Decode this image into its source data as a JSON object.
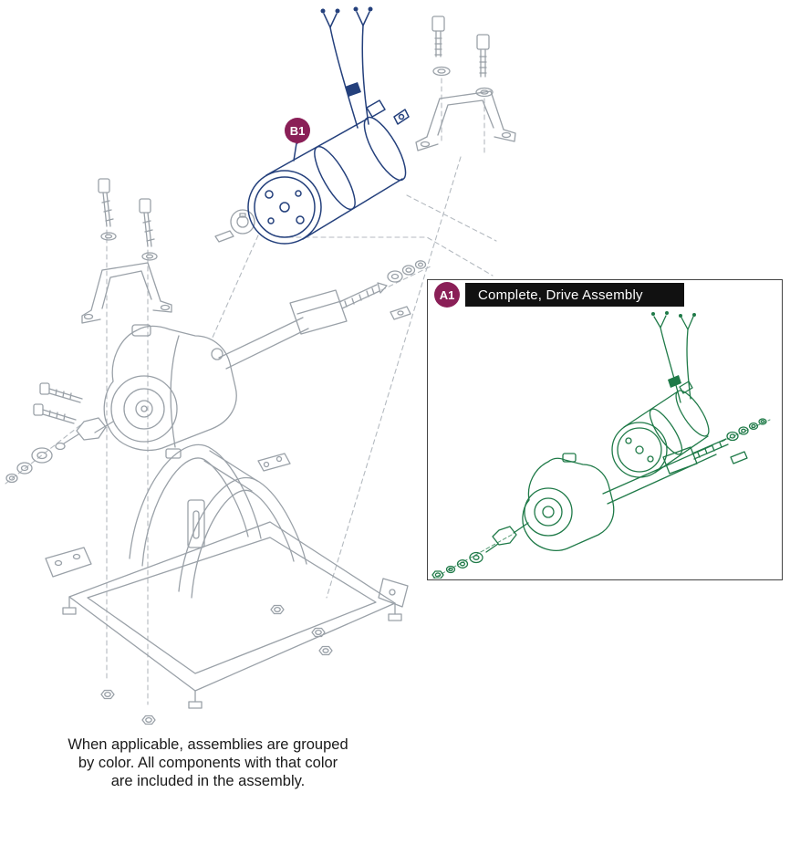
{
  "callouts": {
    "main_assembly": "B1",
    "inset_assembly": "A1"
  },
  "inset": {
    "title": "Complete, Drive Assembly"
  },
  "caption": {
    "lines": [
      "When applicable, assemblies are grouped",
      "by color. All components with that color",
      "are included in the assembly."
    ]
  },
  "colors": {
    "callout_bg": "#8a1f57",
    "callout_text": "#ffffff",
    "assembly_highlight": "#24407c",
    "inset_assembly": "#1f7a48",
    "line_art": "#9aa1a8",
    "dash_line": "#b4bac0",
    "header_bg": "#111111",
    "header_text": "#ffffff",
    "inset_border": "#444444",
    "caption_text": "#1a1a1a",
    "background": "#ffffff"
  }
}
